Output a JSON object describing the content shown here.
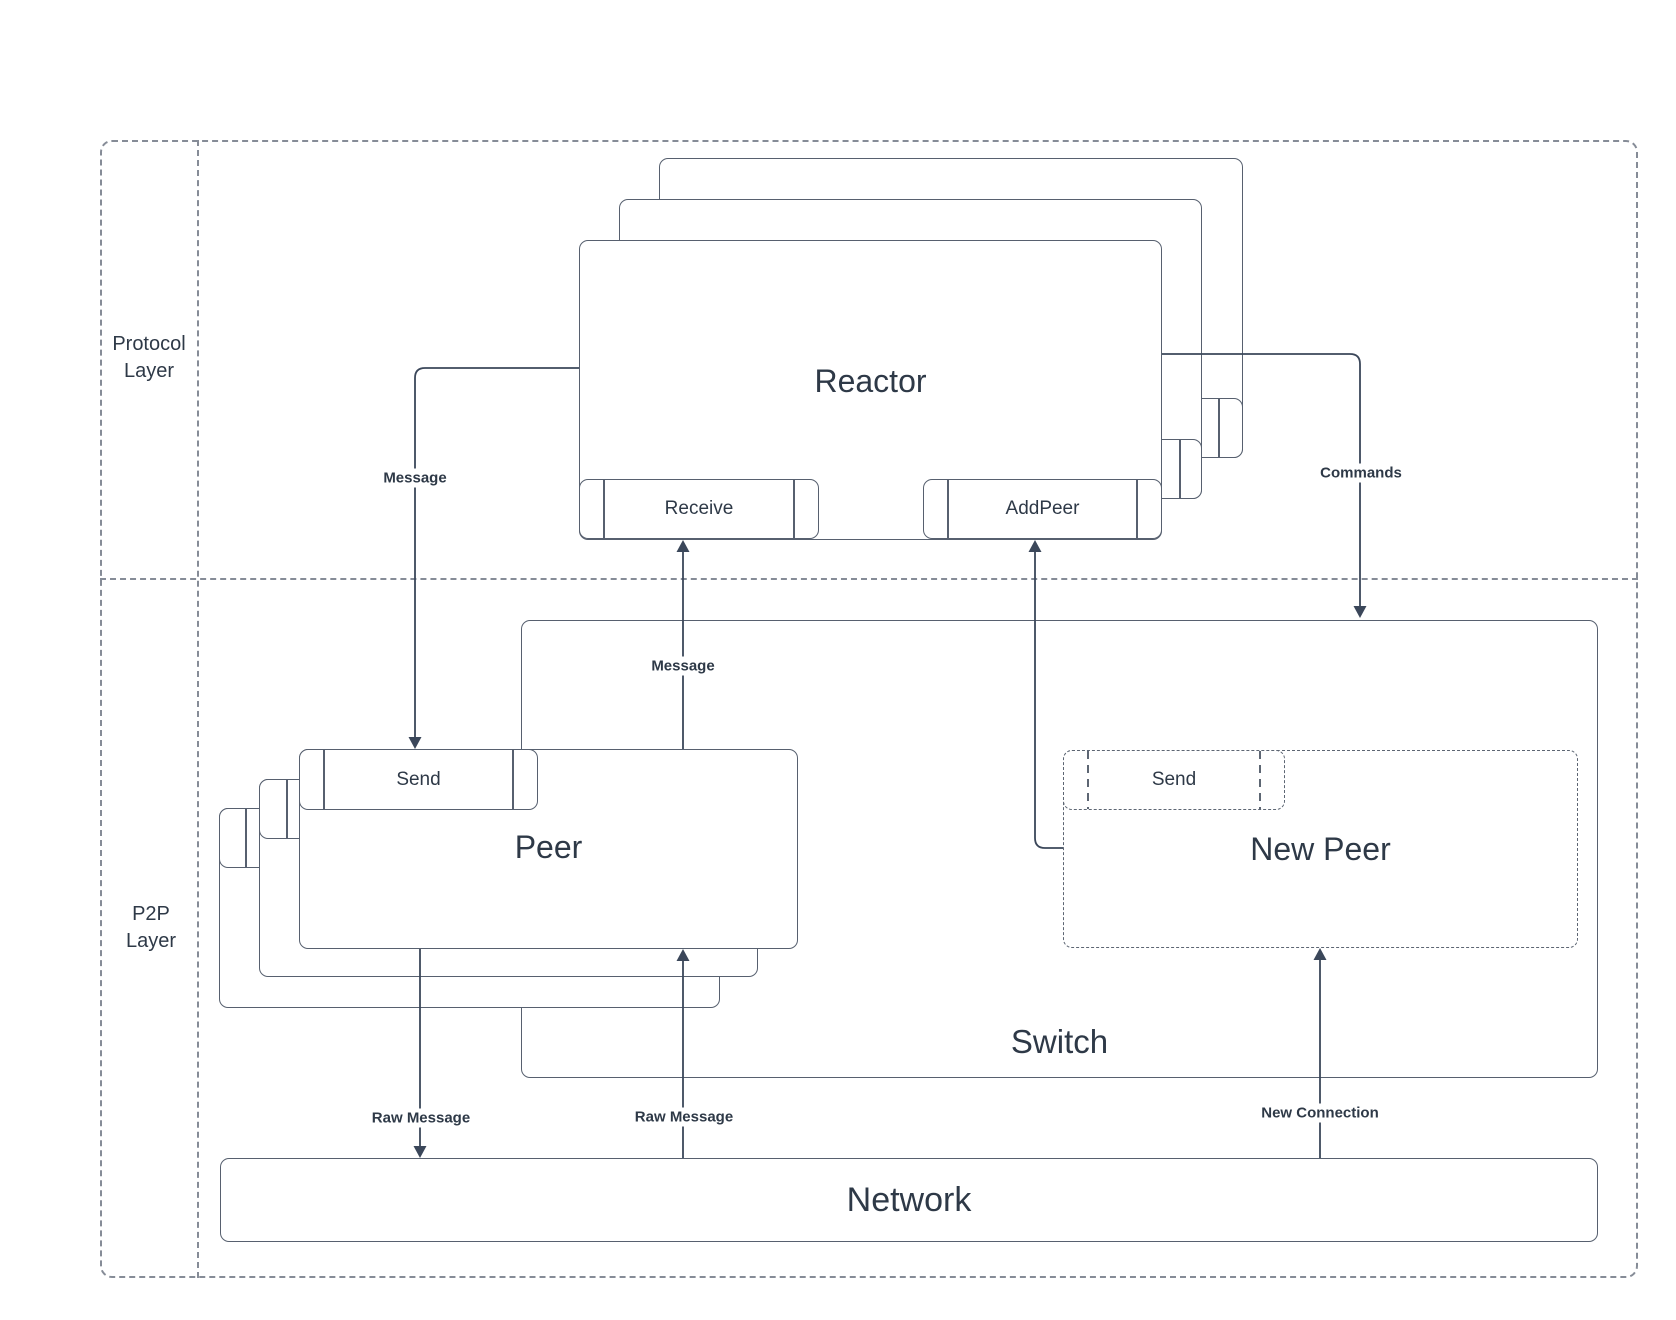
{
  "colors": {
    "background": "#ffffff",
    "box_border": "#57606f",
    "dashed_frame": "#868c97",
    "arrow": "#3b475a",
    "text": "#2e3947"
  },
  "layers": {
    "protocol": {
      "line1": "Protocol",
      "line2": "Layer"
    },
    "p2p": {
      "line1": "P2P",
      "line2": "Layer"
    }
  },
  "nodes": {
    "reactor": "Reactor",
    "receive": "Receive",
    "add_peer": "AddPeer",
    "peer": "Peer",
    "peer_send": "Send",
    "new_peer": "New Peer",
    "new_peer_send": "Send",
    "switch": "Switch",
    "network": "Network"
  },
  "edges": {
    "message_to_peer": "Message",
    "message_to_reactor": "Message",
    "commands": "Commands",
    "raw_message_out": "Raw Message",
    "raw_message_in": "Raw Message",
    "new_connection": "New Connection"
  }
}
